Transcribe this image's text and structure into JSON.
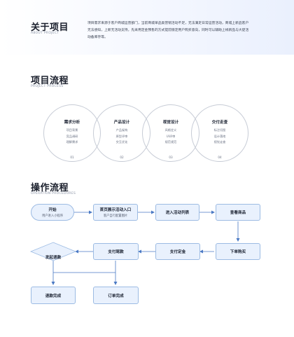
{
  "about": {
    "title": "关于项目",
    "subtitle": "ABOUT PROJECT",
    "lines": [
      "项目需求来源于客户商城运营部门，当前商城单品类营销活动不足，无法满足日常运营活动，商城上新品客户",
      "无法感知，上新无活动支持。先采用定金预售的方式提前锁定用户购买意向，同时可以辅助上线新品与大促活",
      "动备库存等。"
    ]
  },
  "process": {
    "title": "项目流程",
    "subtitle": "PROJECT PROCESS",
    "steps": [
      {
        "title": "需求分析",
        "items": [
          "项目背景",
          "竞品调研",
          "理解需求"
        ],
        "num": "01"
      },
      {
        "title": "产品设计",
        "items": [
          "产品架构",
          "原型评审",
          "交互优化"
        ],
        "num": "02"
      },
      {
        "title": "视觉设计",
        "items": [
          "风格定义",
          "UI评审",
          "规范规范"
        ],
        "num": "03"
      },
      {
        "title": "交付走查",
        "items": [
          "标注切图",
          "设计落地",
          "视觉走查"
        ],
        "num": "04"
      }
    ]
  },
  "operation": {
    "title": "操作流程",
    "subtitle": "OPERATION PROCEDURES",
    "nodes": {
      "start": {
        "label": "开始",
        "sub": "用户进入小程序"
      },
      "home": {
        "label": "首页展示活动入口",
        "sub": "客户自行配置图片"
      },
      "list": {
        "label": "进入活动列表"
      },
      "view": {
        "label": "查看商品"
      },
      "order": {
        "label": "下单购买"
      },
      "deposit": {
        "label": "支付定金"
      },
      "final": {
        "label": "支付尾款"
      },
      "refund": {
        "label": "发起退款"
      },
      "refund_done": {
        "label": "退款完成"
      },
      "order_done": {
        "label": "订单完成"
      }
    }
  },
  "colors": {
    "node_fill": "#e9f1fd",
    "node_border": "#9cbbe3",
    "line": "#4a79c4"
  }
}
